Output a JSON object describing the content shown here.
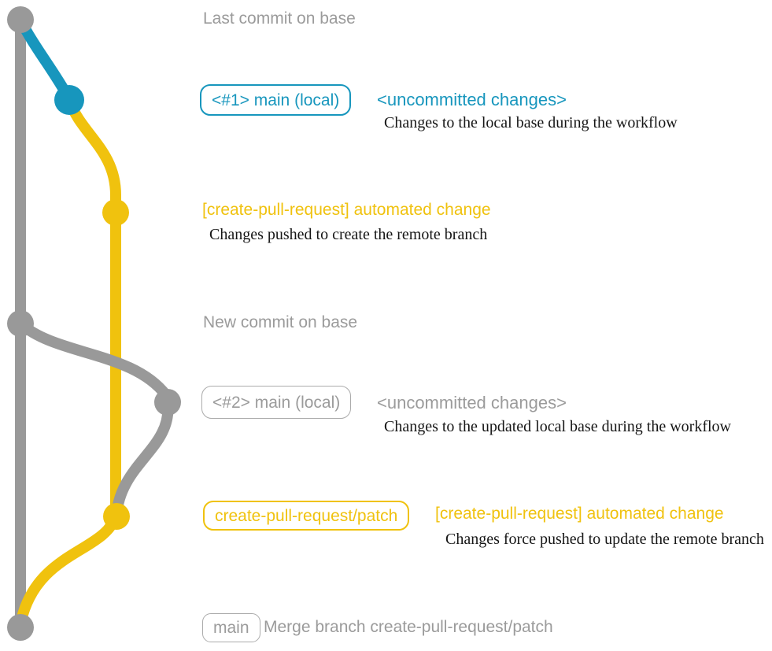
{
  "colors": {
    "base": "#999999",
    "gray_text": "#9b9b9b",
    "gray_border": "#ababab",
    "blue": "#1796bd",
    "yellow": "#f0c20e",
    "description_text": "#161616",
    "background": "#ffffff"
  },
  "graph": {
    "lanes": [
      {
        "name": "base-branch",
        "color": "#999999"
      },
      {
        "name": "local-main-branch",
        "color": "#1796bd"
      },
      {
        "name": "create-pull-request-patch-branch",
        "color": "#f0c20e"
      }
    ],
    "commits": [
      {
        "name": "last-commit-on-base",
        "lane": "base-branch"
      },
      {
        "name": "local-uncommitted-changes-1",
        "lane": "local-main-branch"
      },
      {
        "name": "automated-change-push-1",
        "lane": "create-pull-request-patch-branch"
      },
      {
        "name": "new-commit-on-base",
        "lane": "base-branch"
      },
      {
        "name": "local-uncommitted-changes-2",
        "lane": "local-main-branch"
      },
      {
        "name": "automated-change-force-push-2",
        "lane": "create-pull-request-patch-branch"
      },
      {
        "name": "merge-commit-on-base",
        "lane": "base-branch"
      }
    ]
  },
  "rows": {
    "r1": {
      "label": "Last commit on base"
    },
    "r2": {
      "badge": "<#1> main (local)",
      "title": "<uncommitted changes>",
      "desc": "Changes to the local base during the workflow"
    },
    "r3": {
      "title": "[create-pull-request] automated change",
      "desc": "Changes pushed to create the remote branch"
    },
    "r4": {
      "label": "New commit on base"
    },
    "r5": {
      "badge": "<#2> main (local)",
      "title": "<uncommitted changes>",
      "desc": "Changes to the updated local base during the workflow"
    },
    "r6": {
      "badge": "create-pull-request/patch",
      "title": "[create-pull-request] automated change",
      "desc": "Changes force pushed to update the remote branch"
    },
    "r7": {
      "badge": "main",
      "label": "Merge branch create-pull-request/patch"
    }
  }
}
